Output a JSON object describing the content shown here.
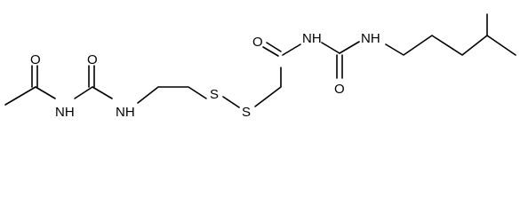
{
  "diagram": {
    "type": "chemical-structure",
    "atoms": {
      "acetyl_oxygen": "O",
      "acetyl_nh": "NH",
      "urea1_oxygen": "O",
      "urea1_nh": "NH",
      "sulfur1": "S",
      "sulfur2": "S",
      "amide_oxygen": "O",
      "imide_nh": "NH",
      "urea2_oxygen": "O",
      "urea2_nh": "NH"
    }
  }
}
